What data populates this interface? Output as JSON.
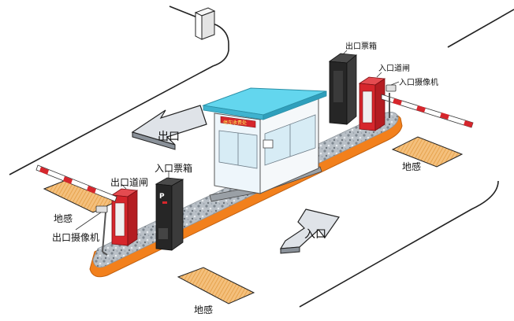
{
  "labels": {
    "exit_ticket_box": "出口票箱",
    "entry_gate": "入口道闸",
    "entry_camera": "入口摄像机",
    "entry_ticket_box": "入口票箱",
    "exit_gate": "出口道闸",
    "exit_camera": "出口摄像机",
    "loop_sensor_right": "地感",
    "loop_sensor_left": "地感",
    "loop_sensor_bottom": "地感",
    "exit_arrow": "出口",
    "entry_arrow": "入口",
    "booth_sign": "停车收费处"
  },
  "colors": {
    "island_edge": "#f2801c",
    "island_top": "#c9ced3",
    "booth_roof": "#63d6ee",
    "gate_red": "#d6262c",
    "ticket_box": "#262626",
    "loop_fill": "#f4c07d",
    "arrow_fill": "#dfe3e8"
  }
}
